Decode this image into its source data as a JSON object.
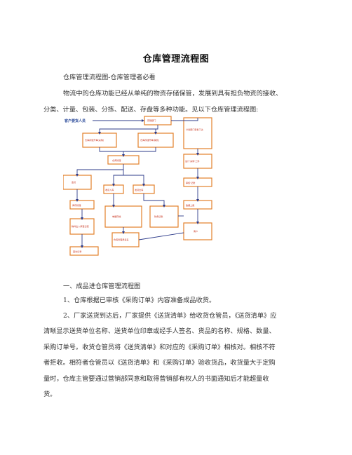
{
  "document": {
    "title": "仓库管理流程图",
    "intro_heading": "仓库管理流程图-仓库管理者必看",
    "intro_line1": "物流中的仓库功能已经从单纯的物资存储保管，发展到具有担负物资的接收、",
    "intro_line2": "分类、计量、包装、分拣、配送、存盘等多种功能。见以下仓库管理流程图:",
    "section1_heading": "一、成品进仓库管理流程图",
    "step1": "1、仓库根据已审核《采购订单》内容准备成品收货。",
    "step2_line1": "2、厂家送货到达后，厂家提供《送货清单》给收货仓管员，《送货清单》应",
    "step2_line2": "清晰显示送货单位名称、送货单位印章或经手人签名、货品的名称、规格、数量、",
    "step2_line3": "采购订单号。收货仓管员将《送货清单》和对应的《采购订单》相核对。相核不符",
    "step2_line4": "者拒收。相符者仓管员以《送货清单》和《采购订单》验收货品，收货量大于定购",
    "step2_line5": "量时，仓库主管要通过营销部同意和取得营销部有权人的书面通知后才能超量收",
    "step2_line6": "货。"
  },
  "flowchart": {
    "start_label": "客户要货人员",
    "nodes": [
      "营销部门",
      "仓库存储开单(采购)",
      "仓库存储开单(销售)",
      "计划部门审批下达",
      "仓库管理",
      "收货入库",
      "发货出库",
      "设计·采购·工件",
      "审核·记账",
      "盘点",
      "库存管理",
      "单据存档",
      "财务记账",
      "数据上报",
      "物料出入库登记表",
      "仓库管理员签名",
      "客户",
      "回访记录"
    ]
  }
}
